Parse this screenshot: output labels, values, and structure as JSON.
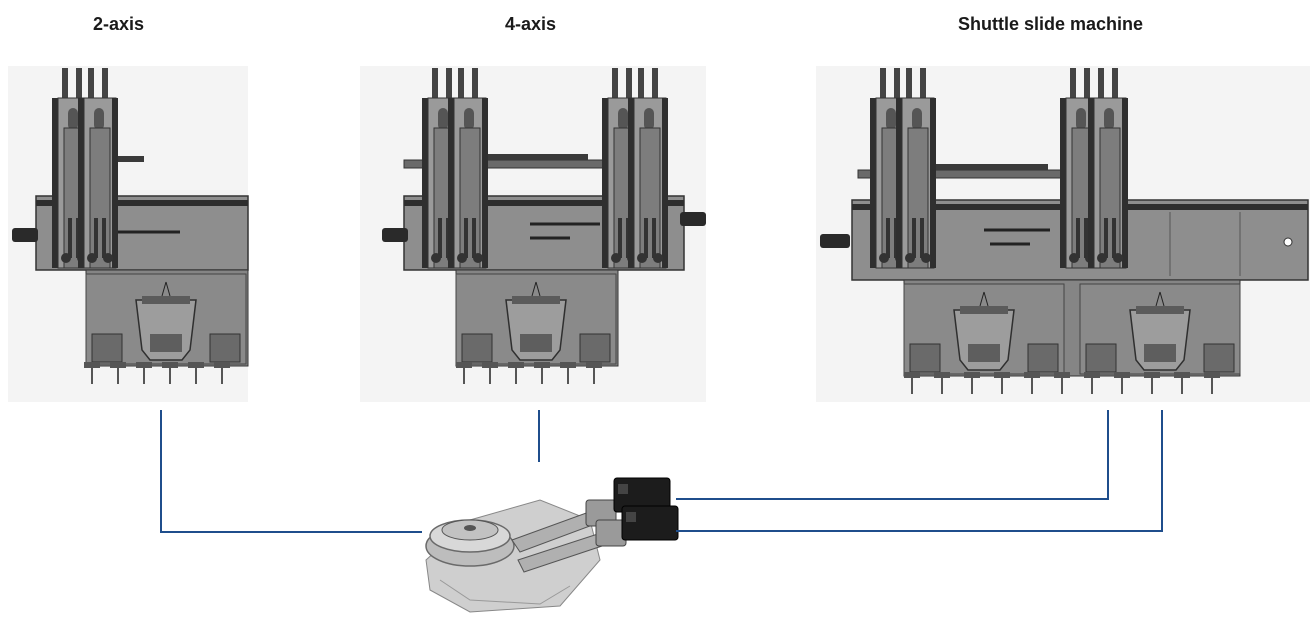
{
  "labels": {
    "two_axis": "2-axis",
    "four_axis": "4-axis",
    "shuttle": "Shuttle slide machine"
  },
  "colors": {
    "connector": "#1f4e8c",
    "machine_body": "#8c8c8c",
    "machine_dark": "#3a3a3a",
    "machine_light": "#b8b8b8",
    "background": "#ffffff"
  },
  "icons": {
    "machine": "press-machine-illustration",
    "drive_unit": "servo-drive-unit-illustration"
  }
}
